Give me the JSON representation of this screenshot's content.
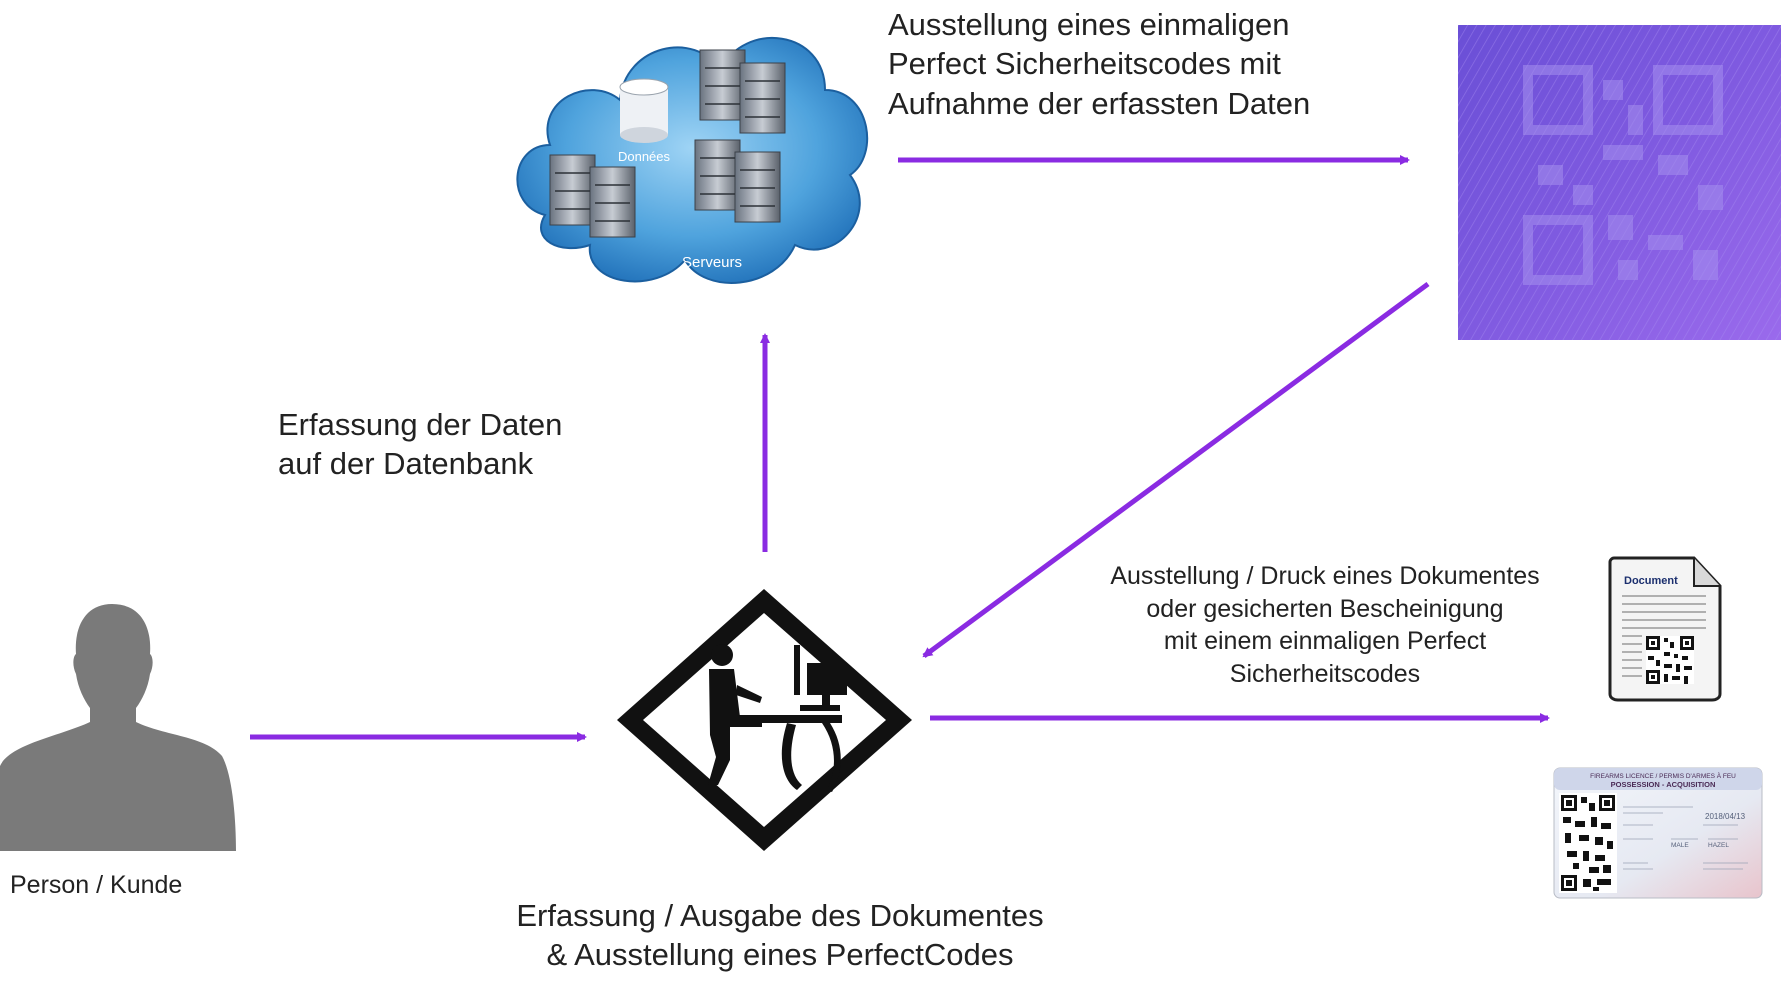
{
  "colors": {
    "arrow": "#8a2be2",
    "cloud": "#4fa3dd",
    "cloud_dark": "#1f6fb8",
    "code_background": "#7b52d8",
    "person": "#7a7a7a"
  },
  "cloud": {
    "database_label": "Données",
    "servers_label": "Serveurs"
  },
  "labels": {
    "top_arrow": [
      "Ausstellung eines einmaligen",
      "Perfect Sicherheitscodes mit",
      "Aufnahme der erfassten Daten"
    ],
    "left_arrow": [
      "Erfassung der Daten",
      "auf der Datenbank"
    ],
    "right_arrow": [
      "Ausstellung / Druck eines Dokumentes",
      "oder gesicherten Bescheinigung",
      "mit einem einmaligen Perfect",
      "Sicherheitscodes"
    ],
    "bottom": [
      "Erfassung / Ausgabe des Dokumentes",
      "& Ausstellung eines PerfectCodes"
    ],
    "person": "Person / Kunde"
  },
  "document_icon": {
    "title": "Document"
  },
  "licence_card": {
    "header_line1": "FIREARMS LICENCE / PERMIS D'ARMES À FEU",
    "header_line2": "POSSESSION - ACQUISITION",
    "date": "2018/04/13",
    "sex": "MALE",
    "eyes": "HAZEL"
  },
  "icons": {
    "cloud": "server-cloud-icon",
    "secure_code": "secure-qr-code-icon",
    "operator": "operator-workstation-icon",
    "person": "person-silhouette-icon",
    "document": "document-qr-icon",
    "licence": "licence-card-icon"
  }
}
